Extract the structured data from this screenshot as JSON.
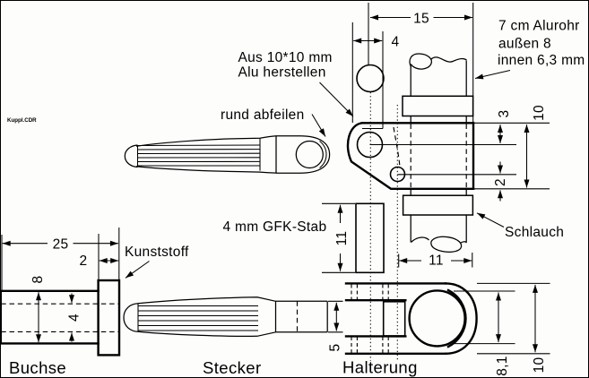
{
  "title_note": "Kuppl.CDR",
  "annotations": {
    "make_from_1": "Aus 10*10 mm",
    "make_from_2": "Alu herstellen",
    "file_round": "rund abfeilen",
    "tube_1": "7 cm Alurohr",
    "tube_2": "außen 8",
    "tube_3": "innen 6,3 mm",
    "hose": "Schlauch",
    "rod": "4 mm GFK-Stab",
    "plastic": "Kunststoff"
  },
  "part_labels": {
    "socket": "Buchse",
    "plug": "Stecker",
    "mount": "Halterung"
  },
  "dimensions": {
    "top_width": "15",
    "top_hole": "4",
    "edge_to_hole_center": "3",
    "block_height": "10",
    "small_hole_to_edge": "2",
    "tube_width": "11",
    "rod_length": "11",
    "socket_length": "25",
    "flange_thickness": "2",
    "socket_outer": "8",
    "socket_bore": "4",
    "plug_end": "5",
    "ring_bore": "8,1",
    "mount_height": "10"
  }
}
